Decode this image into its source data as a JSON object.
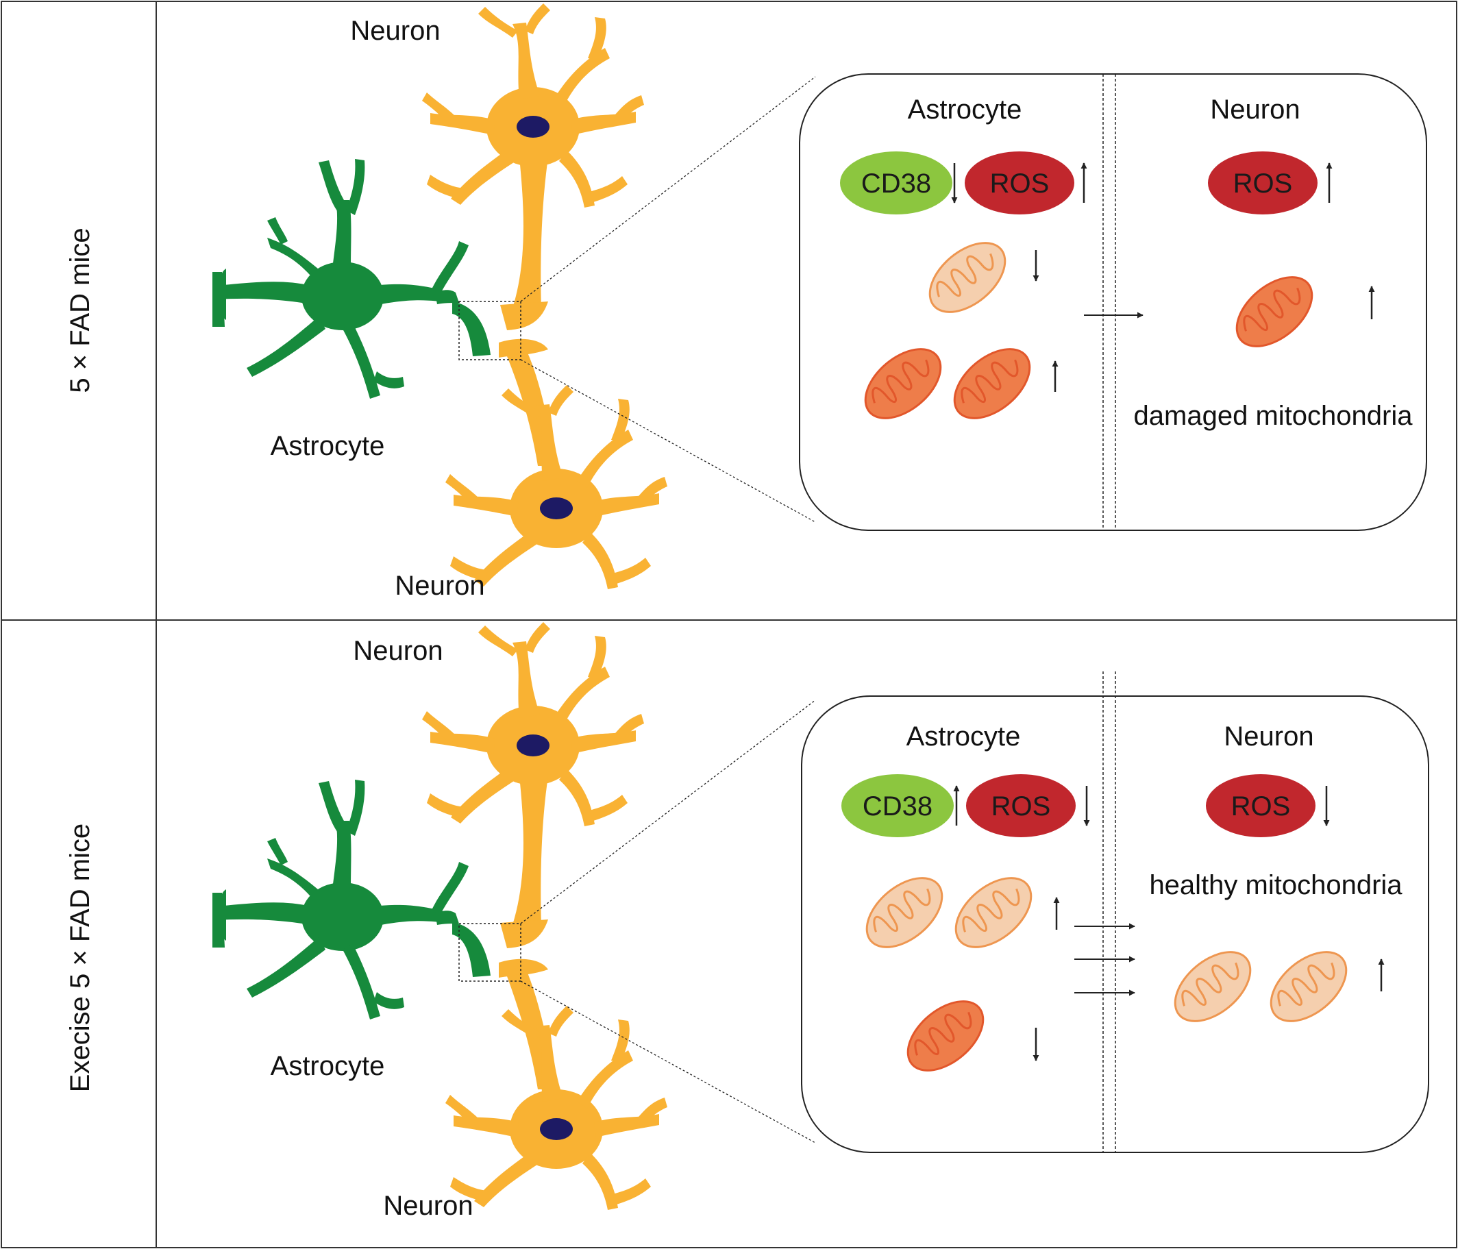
{
  "colors": {
    "astrocyte": "#168A3C",
    "neuron": "#F9B233",
    "nucleus": "#1D1A64",
    "cd38": "#8CC63F",
    "ros": "#C1272D",
    "mito_damaged_fill": "#EE7D4A",
    "mito_damaged_stroke": "#E2572B",
    "mito_healthy_fill": "#F5CFAE",
    "mito_healthy_stroke": "#EE9650",
    "outline": "#222222"
  },
  "rows": [
    {
      "label": "5 × FAD mice",
      "scene": {
        "neuron_top_label": "Neuron",
        "neuron_bottom_label": "Neuron",
        "astrocyte_label": "Astrocyte"
      },
      "inset": {
        "astro_title": "Astrocyte",
        "neuron_title": "Neuron",
        "cd38": "CD38",
        "ros_astro": "ROS",
        "ros_neuron": "ROS",
        "mito_caption": "damaged mitochondria",
        "cd38_change": "down",
        "ros_astro_change": "up",
        "ros_neuron_change": "up"
      }
    },
    {
      "label": "Execise 5 × FAD mice",
      "scene": {
        "neuron_top_label": "Neuron",
        "neuron_bottom_label": "Neuron",
        "astrocyte_label": "Astrocyte"
      },
      "inset": {
        "astro_title": "Astrocyte",
        "neuron_title": "Neuron",
        "cd38": "CD38",
        "ros_astro": "ROS",
        "ros_neuron": "ROS",
        "mito_caption": "healthy mitochondria",
        "cd38_change": "up",
        "ros_astro_change": "down",
        "ros_neuron_change": "down"
      }
    }
  ]
}
